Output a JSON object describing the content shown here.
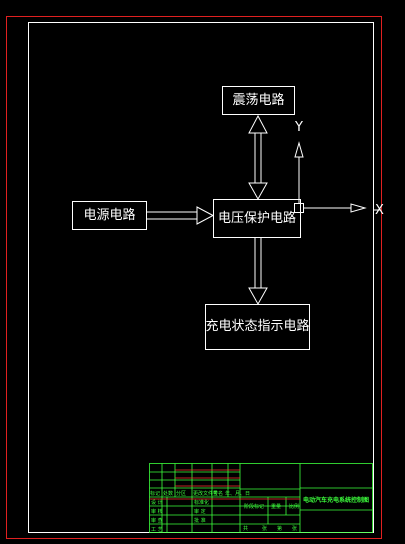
{
  "diagram": {
    "blocks": {
      "oscillator": "震荡电路",
      "power_source": "电源电路",
      "voltage_protection": "电压保护电路",
      "charge_indicator": "充电状态指示电路"
    },
    "axes": {
      "x": "X",
      "y": "Y"
    }
  },
  "title_block": {
    "drawing_title": "电动汽车充电系统控制图",
    "row_labels": [
      "设 计",
      "审 核",
      "审 查",
      "工 艺"
    ],
    "row_labels_mid": [
      "标准化",
      "审 定",
      "批 准"
    ],
    "header_cells": [
      "标记",
      "处数",
      "分区",
      "更改文件号",
      "签名",
      "年、月、日"
    ],
    "phase_cells": [
      "阶段标记",
      "重量",
      "比例"
    ],
    "sheet_cells": [
      "共",
      "张",
      "第",
      "张"
    ]
  },
  "colors": {
    "background": "#000000",
    "frame_outer": "#e02020",
    "lines": "#ffffff",
    "title_block": "#3cff3c",
    "title_block_red": "#ff3030"
  }
}
